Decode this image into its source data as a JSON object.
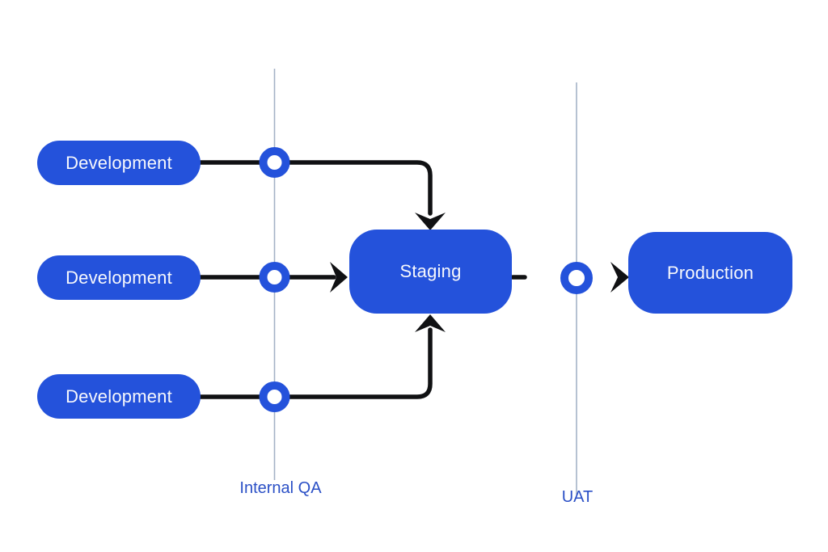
{
  "diagram": {
    "type": "deployment-pipeline-flow",
    "colors": {
      "background": "#ffffff",
      "node_fill": "#2452DB",
      "node_text": "#F7F8FC",
      "connector": "#101113",
      "gate_line": "#A4B2C6",
      "gate_label": "#2B50C6",
      "ring_stroke": "#2452DB",
      "ring_fill": "#ffffff"
    },
    "nodes": {
      "dev1": {
        "label": "Development"
      },
      "dev2": {
        "label": "Development"
      },
      "dev3": {
        "label": "Development"
      },
      "staging": {
        "label": "Staging"
      },
      "production": {
        "label": "Production"
      }
    },
    "gates": {
      "internal_qa": {
        "label": "Internal QA"
      },
      "uat": {
        "label": "UAT"
      }
    },
    "edges": [
      {
        "from": "dev1",
        "to": "staging",
        "via": "internal_qa",
        "enters": "top"
      },
      {
        "from": "dev2",
        "to": "staging",
        "via": "internal_qa",
        "enters": "left"
      },
      {
        "from": "dev3",
        "to": "staging",
        "via": "internal_qa",
        "enters": "bottom"
      },
      {
        "from": "staging",
        "to": "production",
        "via": "uat",
        "enters": "left"
      }
    ]
  }
}
